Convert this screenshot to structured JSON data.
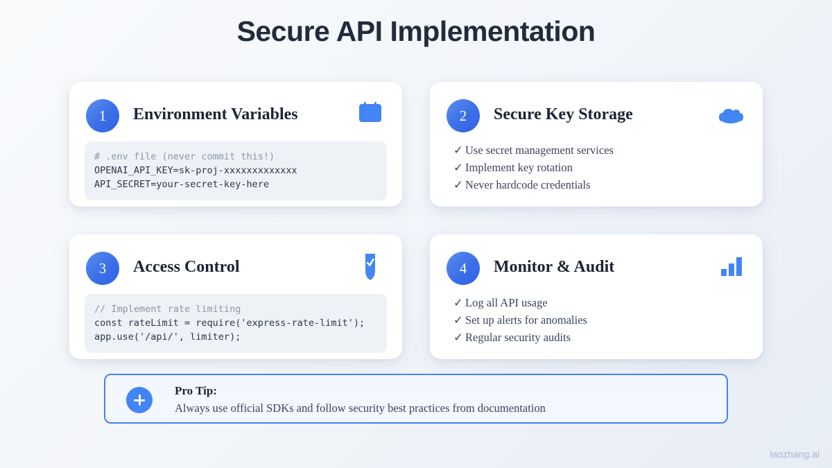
{
  "title": "Secure API Implementation",
  "watermark": "laozhang.ai",
  "theme": {
    "accent_blue": "#4285f4",
    "badge_gradient_from": "#5a8ef0",
    "badge_gradient_to": "#2f63e6",
    "card_bg": "#ffffff",
    "code_bg": "#eef1f6",
    "text_dark": "#1d2433",
    "text_body": "#39465c",
    "code_comment": "#8c97a8",
    "tip_border": "#4a7ef0",
    "tip_bg": "#f3f7ff",
    "page_bg_from": "#f8fafc",
    "page_bg_to": "#e7edf5"
  },
  "cards": [
    {
      "number": "1",
      "title": "Environment Variables",
      "icon": "calendar-icon",
      "body_type": "code",
      "code_comment": "# .env file (never commit this!)",
      "code_lines": [
        "OPENAI_API_KEY=sk-proj-xxxxxxxxxxxxx",
        "API_SECRET=your-secret-key-here"
      ]
    },
    {
      "number": "2",
      "title": "Secure Key Storage",
      "icon": "cloud-icon",
      "body_type": "list",
      "items": [
        "Use secret management services",
        "Implement key rotation",
        "Never hardcode credentials"
      ]
    },
    {
      "number": "3",
      "title": "Access Control",
      "icon": "shield-check-icon",
      "body_type": "code",
      "code_comment": "// Implement rate limiting",
      "code_lines": [
        "const rateLimit = require('express-rate-limit');",
        "app.use('/api/', limiter);"
      ]
    },
    {
      "number": "4",
      "title": "Monitor & Audit",
      "icon": "bar-chart-icon",
      "body_type": "list",
      "items": [
        "Log all API usage",
        "Set up alerts for anomalies",
        "Regular security audits"
      ]
    }
  ],
  "pro_tip": {
    "icon": "plus-icon",
    "label": "Pro Tip:",
    "text": "Always use official SDKs and follow security best practices from documentation"
  },
  "check_glyph": "✓"
}
